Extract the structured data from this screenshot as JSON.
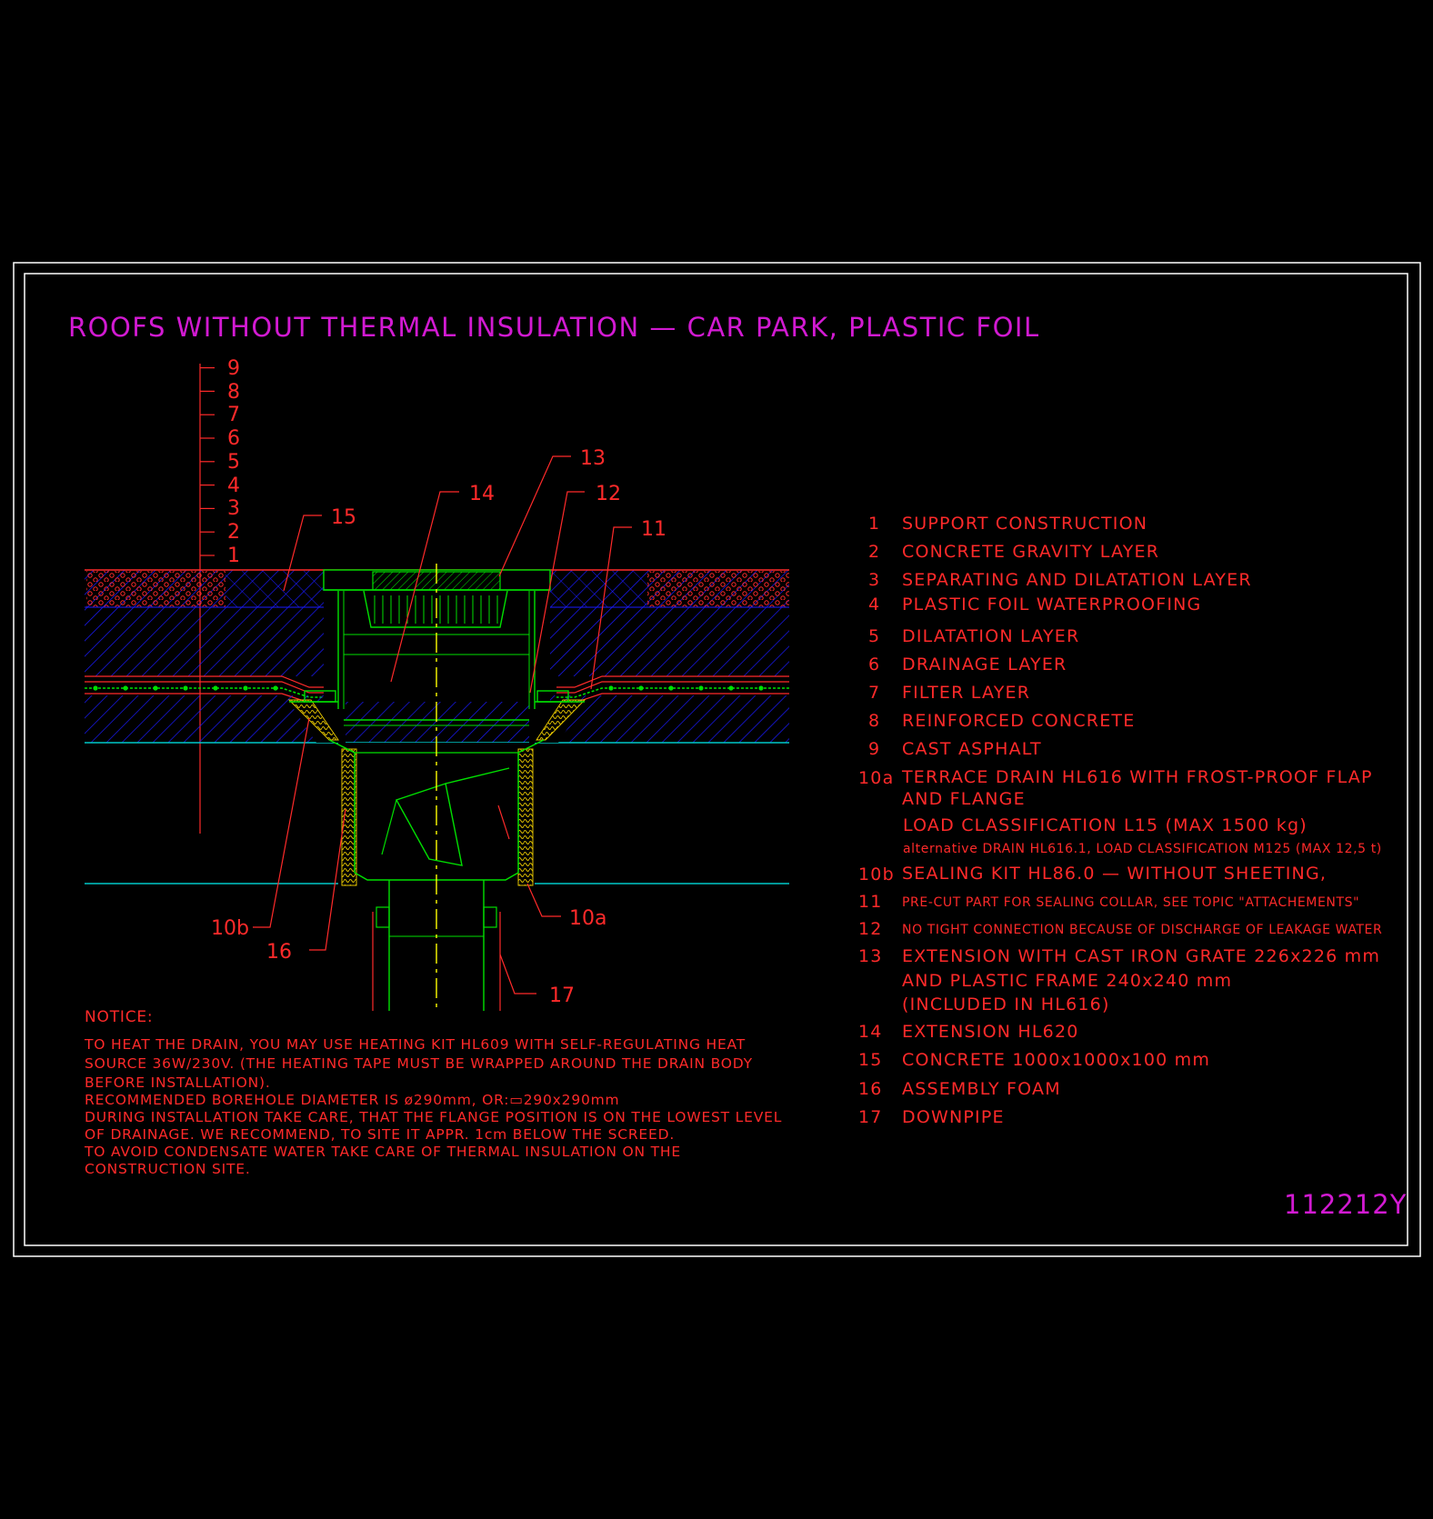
{
  "title": "ROOFS WITHOUT THERMAL INSULATION — CAR PARK, PLASTIC FOIL",
  "drawing_number": "112212Y",
  "layer_scale": [
    "1",
    "2",
    "3",
    "4",
    "5",
    "6",
    "7",
    "8",
    "9"
  ],
  "callouts": {
    "c15": "15",
    "c14": "14",
    "c13": "13",
    "c12": "12",
    "c11": "11",
    "c10b": "10b",
    "c16": "16",
    "c10a": "10a",
    "c17": "17"
  },
  "legend": [
    {
      "num": "1",
      "text": "SUPPORT CONSTRUCTION"
    },
    {
      "num": "2",
      "text": "CONCRETE GRAVITY LAYER"
    },
    {
      "num": "3",
      "text": "SEPARATING AND DILATATION LAYER"
    },
    {
      "num": "4",
      "text": "PLASTIC FOIL WATERPROOFING"
    },
    {
      "num": "5",
      "text": "DILATATION LAYER"
    },
    {
      "num": "6",
      "text": "DRAINAGE LAYER"
    },
    {
      "num": "7",
      "text": "FILTER LAYER"
    },
    {
      "num": "8",
      "text": "REINFORCED CONCRETE"
    },
    {
      "num": "9",
      "text": "CAST ASPHALT"
    },
    {
      "num": "10a",
      "text": "TERRACE DRAIN HL616 WITH FROST-PROOF FLAP",
      "line2": "AND FLANGE"
    },
    {
      "num": "",
      "text": "LOAD CLASSIFICATION L15 (MAX 1500 kg)"
    },
    {
      "num": "",
      "text": "alternative DRAIN HL616.1, LOAD CLASSIFICATION M125 (MAX 12,5 t)"
    },
    {
      "num": "10b",
      "text": "SEALING KIT HL86.0 — WITHOUT SHEETING,"
    },
    {
      "num": "11",
      "text": "PRE-CUT PART FOR SEALING COLLAR, SEE TOPIC \"ATTACHEMENTS\""
    },
    {
      "num": "12",
      "text": "NO TIGHT CONNECTION BECAUSE OF DISCHARGE OF LEAKAGE WATER"
    },
    {
      "num": "13",
      "text": "EXTENSION WITH CAST IRON GRATE 226x226 mm",
      "line2": "AND PLASTIC FRAME 240x240 mm",
      "line3": "(INCLUDED IN HL616)"
    },
    {
      "num": "14",
      "text": "EXTENSION HL620"
    },
    {
      "num": "15",
      "text": "CONCRETE 1000x1000x100 mm"
    },
    {
      "num": "16",
      "text": "ASSEMBLY FOAM"
    },
    {
      "num": "17",
      "text": "DOWNPIPE"
    }
  ],
  "notice": {
    "heading": "NOTICE:",
    "lines": [
      "TO HEAT THE DRAIN, YOU MAY USE HEATING KIT HL609 WITH SELF-REGULATING HEAT",
      "SOURCE 36W/230V. (THE HEATING TAPE MUST BE WRAPPED AROUND THE DRAIN BODY",
      "BEFORE INSTALLATION).",
      "RECOMMENDED BOREHOLE DIAMETER IS ø290mm, OR:▭290x290mm",
      "DURING INSTALLATION TAKE CARE, THAT THE FLANGE POSITION IS ON THE LOWEST LEVEL",
      "OF DRAINAGE. WE RECOMMEND, TO SITE IT APPR. 1cm BELOW THE SCREED.",
      "TO AVOID CONDENSATE WATER TAKE CARE OF THERMAL INSULATION ON THE",
      "CONSTRUCTION SITE."
    ]
  },
  "colors": {
    "background": "#000000",
    "frame": "#ffffff",
    "text": "#ff2a2a",
    "title": "#d21ad2",
    "hatch": "#1a1aff",
    "drain": "#00e000",
    "foam": "#e0e000",
    "axis": "#ffff00",
    "ground": "#00c8c8"
  }
}
